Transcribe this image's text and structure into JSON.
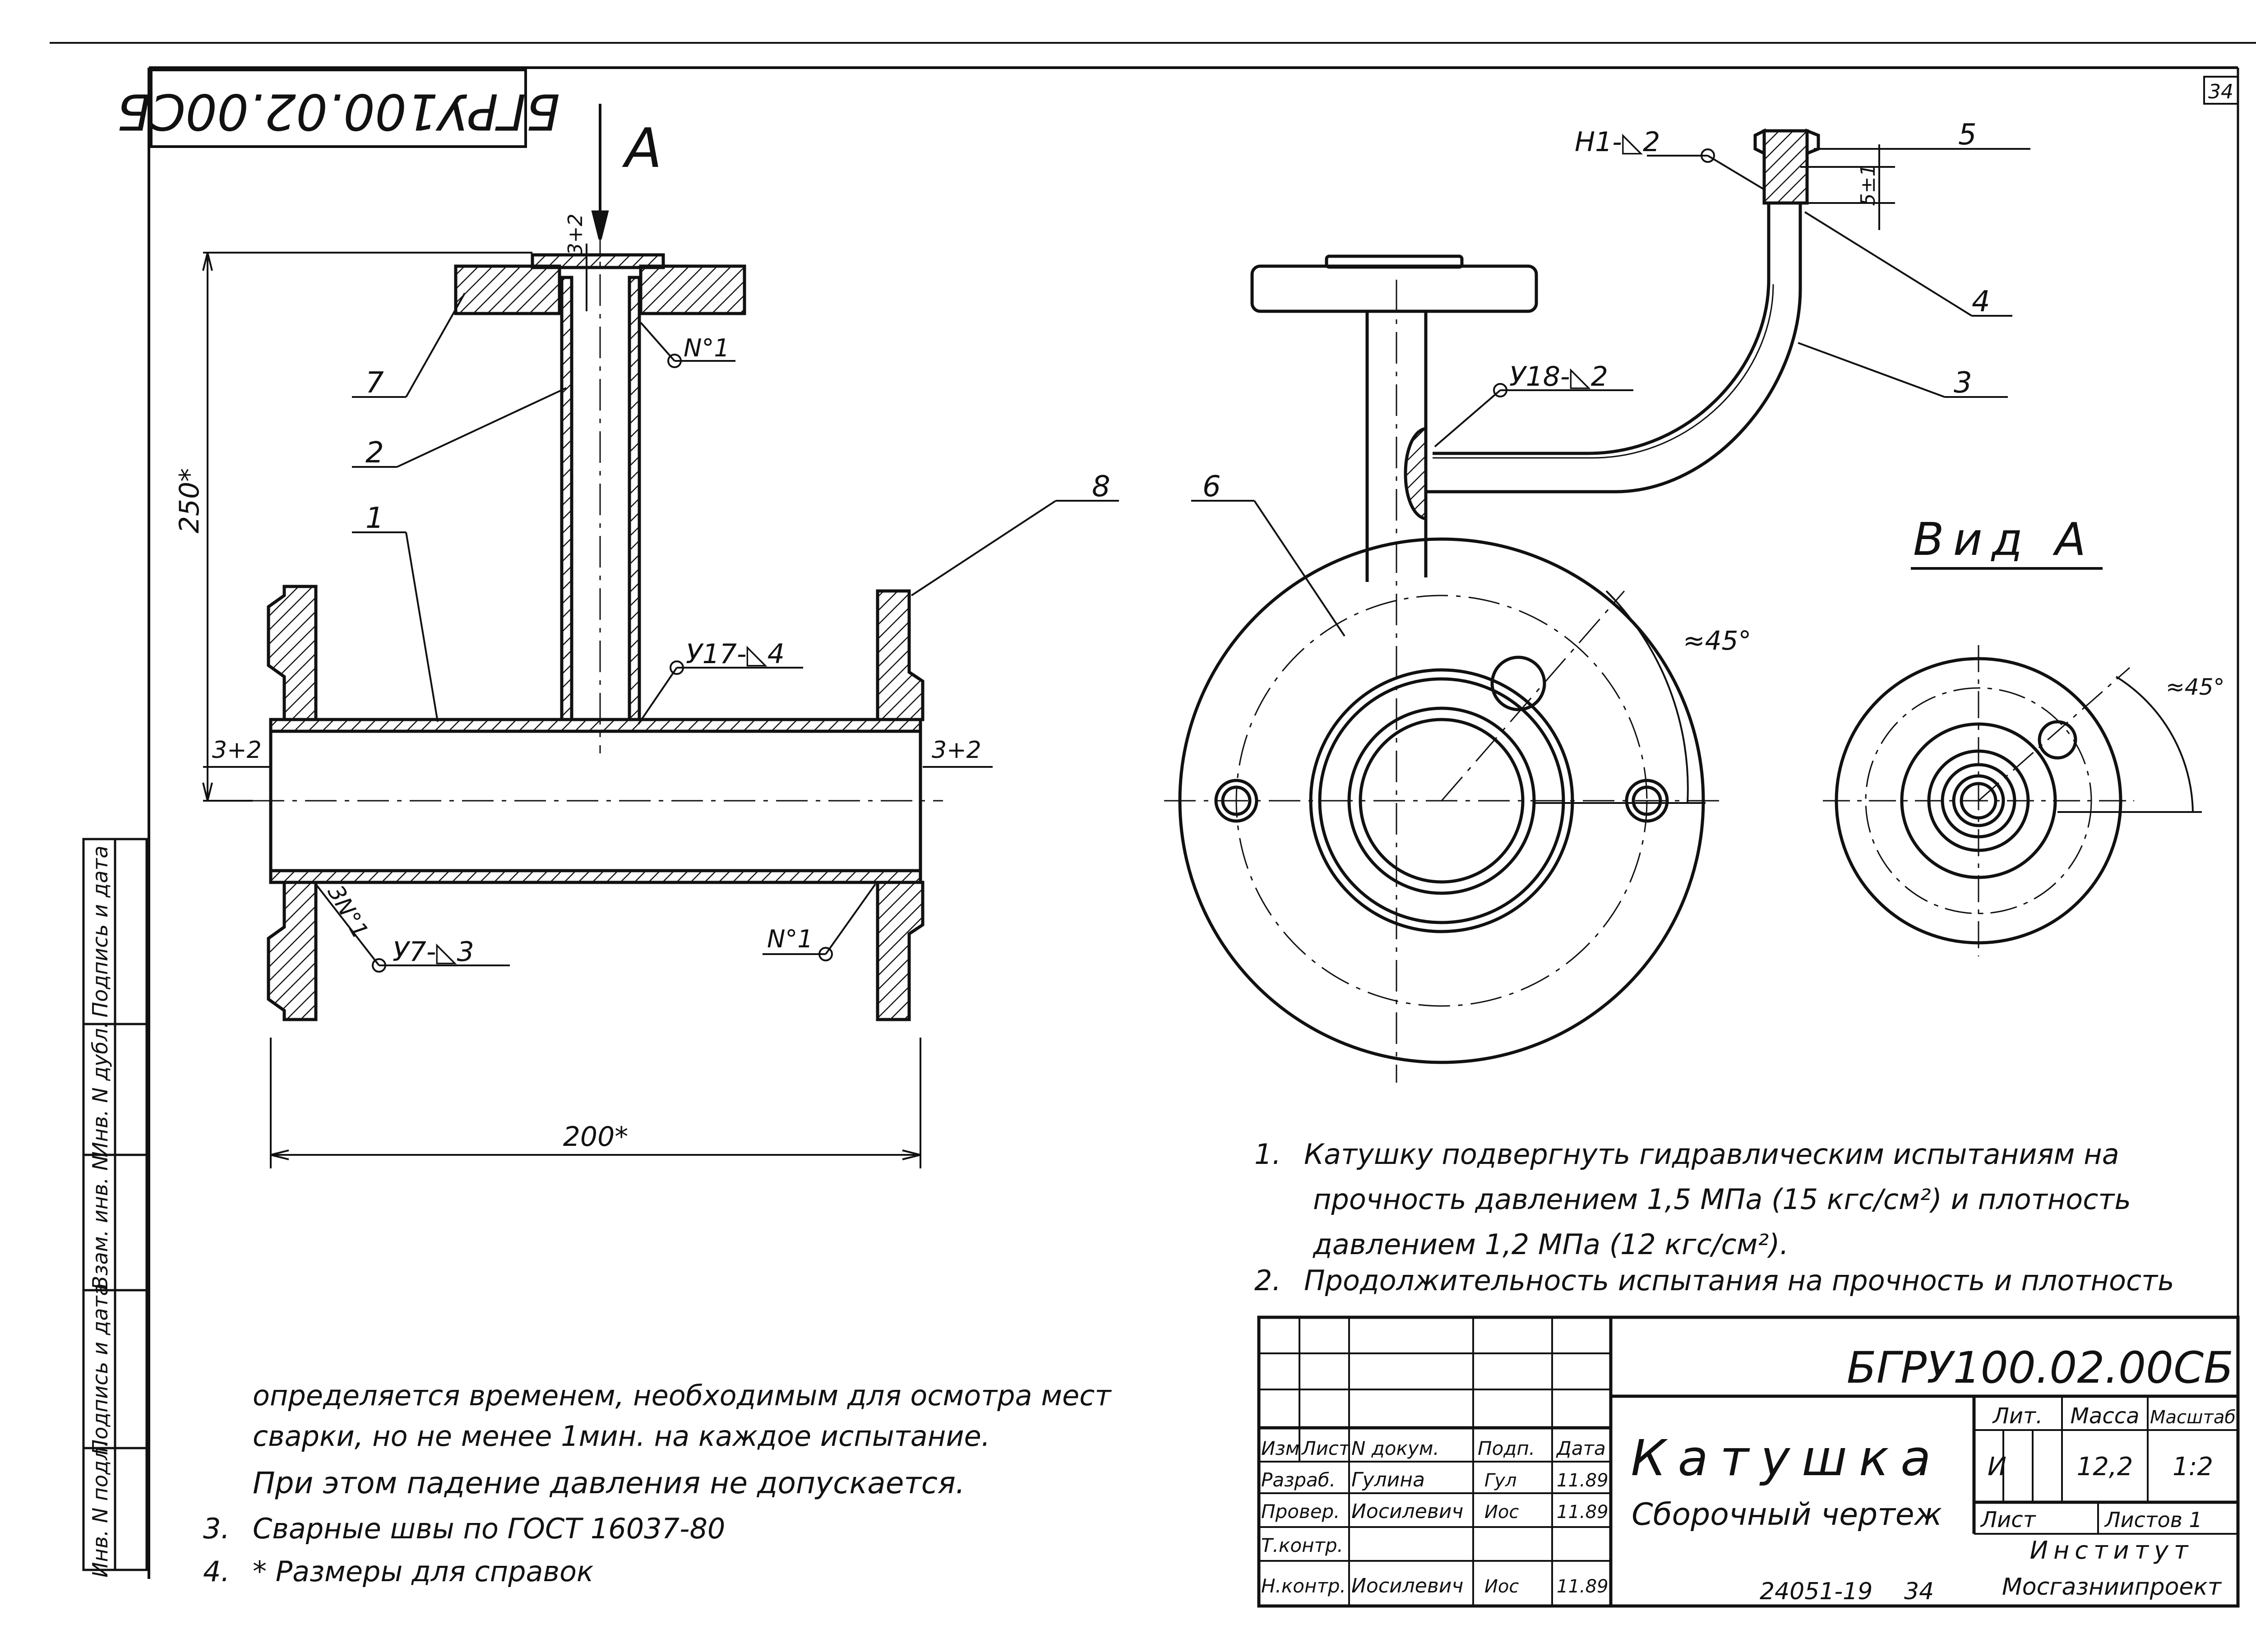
{
  "sheet": {
    "number": "34",
    "stamp_code_rotated": "БГРУ100.02.00СБ",
    "side_stamp": [
      "Подпись и дата",
      "Инв. N дубл.",
      "Взам. инв. N",
      "Подпись и дата",
      "Инв. N подл."
    ]
  },
  "drawing": {
    "view_arrow": "А",
    "view_a_title": "Вид А",
    "dimensions": {
      "d250": "250*",
      "d200": "200*",
      "d3plus2_left": "3+2",
      "d3plus2_right": "3+2",
      "d3plus2_top": "3+2",
      "d5_1": "5±1",
      "angle45_main": "≈45°",
      "angle45_viewa": "≈45°"
    },
    "callouts": [
      "1",
      "2",
      "3",
      "4",
      "5",
      "6",
      "7",
      "8"
    ],
    "welds": {
      "n1_top": "N°1",
      "n1_right": "N°1",
      "n1_left": "3N°1",
      "u17": "У17-◺4",
      "u7": "У7-◺3",
      "u18": "У18-◺2",
      "h1": "Н1-◺2"
    }
  },
  "notes": {
    "n1_number": "1.",
    "n1_lines": [
      "Катушку подвергнуть гидравлическим испытаниям на",
      "прочность давлением 1,5 МПа (15 кгс/см²) и плотность",
      "давлением 1,2 МПа (12 кгс/см²)."
    ],
    "n2_number": "2.",
    "n2_line1": "Продолжительность испытания на прочность и плотность",
    "n2_cont": [
      "определяется временем, необходимым для осмотра мест",
      "сварки, но не менее 1мин. на каждое испытание.",
      "При этом падение давления не допускается."
    ],
    "n3_number": "3.",
    "n3_text": "Сварные швы по ГОСТ 16037-80",
    "n4_number": "4.",
    "n4_text": "* Размеры для справок"
  },
  "title_block": {
    "designation": "БГРУ100.02.00СБ",
    "title": "Катушка",
    "subtitle": "Сборочный чертеж",
    "headers": {
      "izm": "Изм",
      "list": "Лист",
      "ndokum": "N докум.",
      "podp": "Подп.",
      "data": "Дата"
    },
    "rows": [
      {
        "role": "Разраб.",
        "name": "Гулина",
        "sign": "Гул",
        "date": "11.89"
      },
      {
        "role": "Провер.",
        "name": "Иосилевич",
        "sign": "Иос",
        "date": "11.89"
      },
      {
        "role": "Т.контр.",
        "name": "",
        "sign": "",
        "date": ""
      },
      {
        "role": "Н.контр.",
        "name": "Иосилевич",
        "sign": "Иос",
        "date": "11.89"
      }
    ],
    "lit_label": "Лит.",
    "massa_label": "Масса",
    "masshtab_label": "Масштаб",
    "lit_value": "И",
    "massa_value": "12,2",
    "masshtab_value": "1:2",
    "list_label": "Лист",
    "listov_label": "Листов 1",
    "org1": "Институт",
    "org2": "Мосгазниипроект",
    "archive": "24051-19",
    "archive_sheet": "34"
  }
}
